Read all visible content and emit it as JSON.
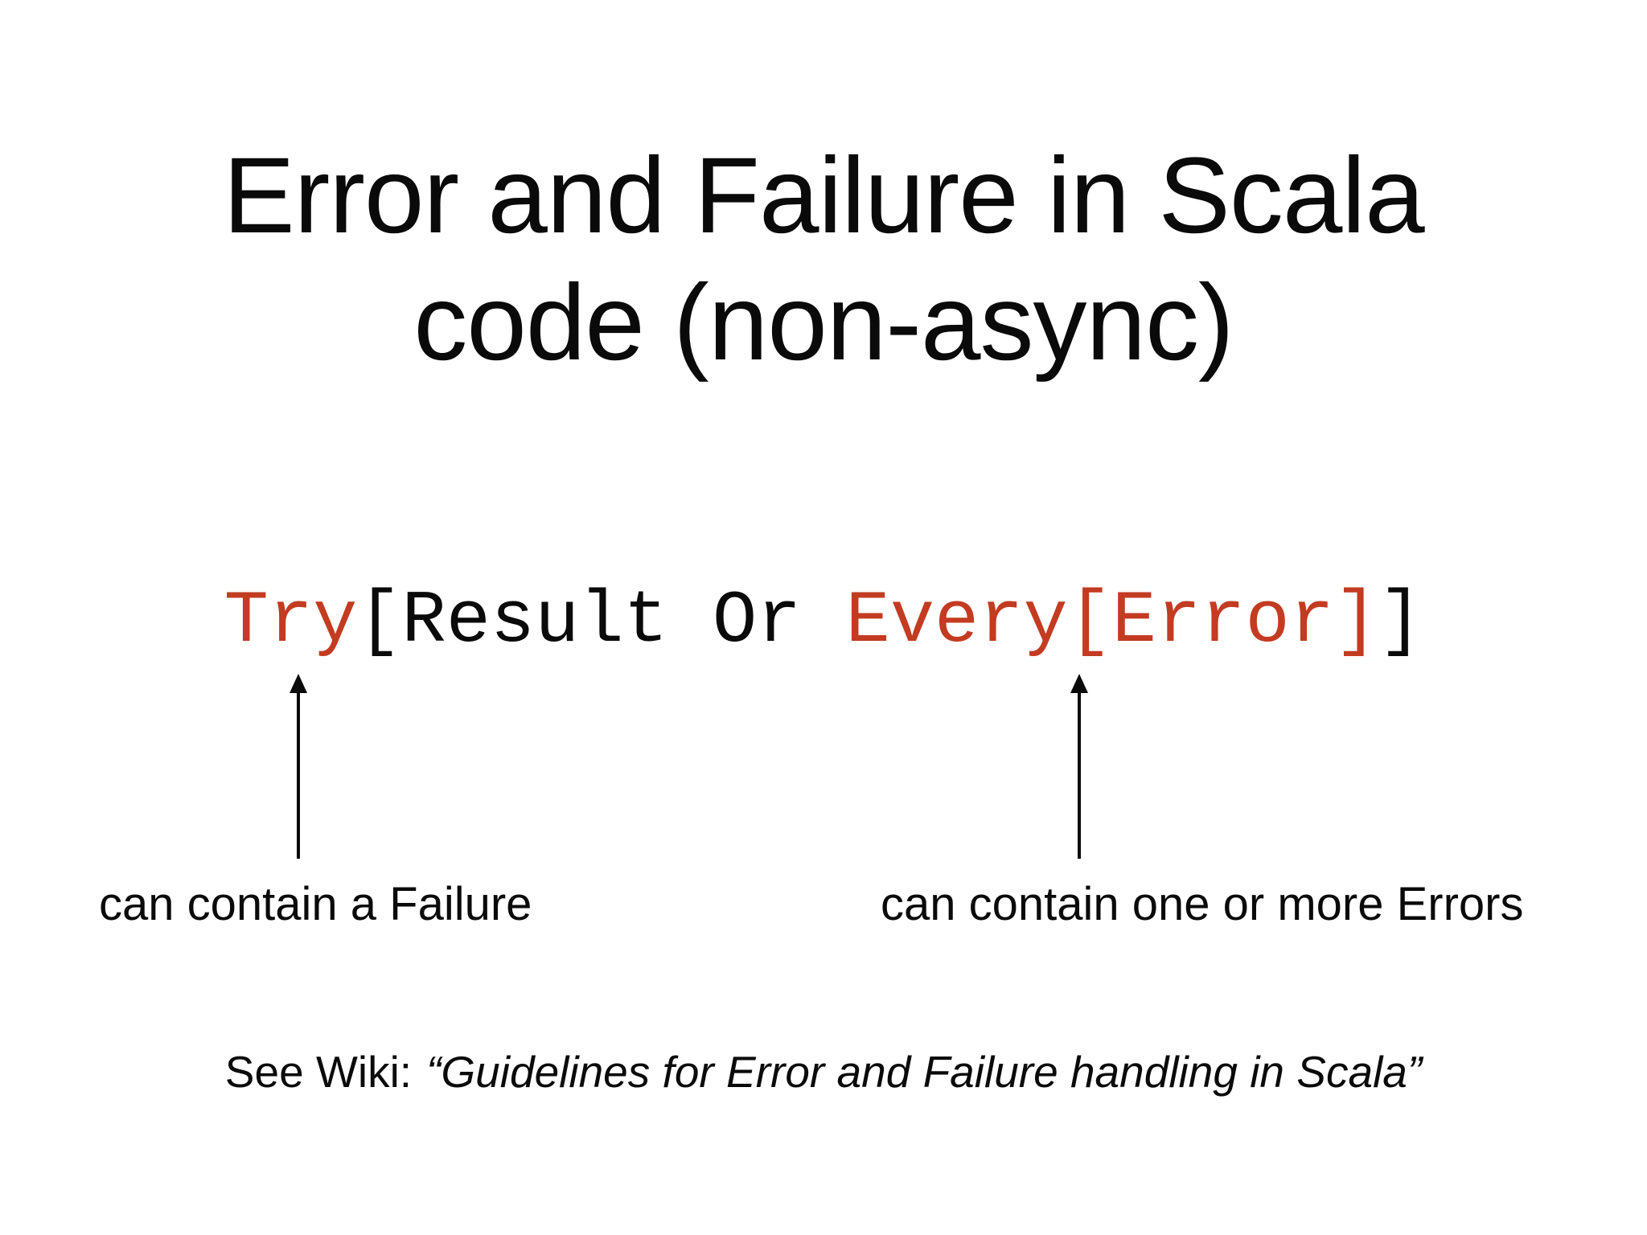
{
  "slide": {
    "title": {
      "line1": "Error and Failure in Scala",
      "line2": "code (non-async)"
    },
    "code": {
      "full_text": "Try[Result Or Every[Error]]",
      "seg_try": "Try",
      "seg_middle": "[Result Or ",
      "seg_every_error": "Every[Error]",
      "seg_closing_bracket": "]"
    },
    "annotations": {
      "left_label": "can contain a Failure",
      "right_label": "can contain one or more Errors"
    },
    "footer": {
      "prefix": "See Wiki:",
      "quote": "“Guidelines for Error and Failure handling in Scala”"
    }
  },
  "colors": {
    "code-red": "#c33b21",
    "text": "#0a0a0a",
    "background": "#ffffff"
  }
}
